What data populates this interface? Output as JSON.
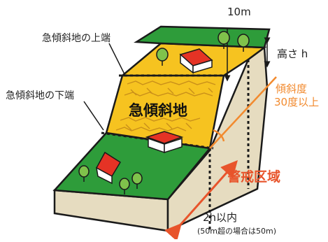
{
  "labels": {
    "top_edge": "急傾斜地の上端",
    "bottom_edge": "急傾斜地の下端",
    "width_10m": "10m",
    "height_h": "高さ h",
    "slope_main": "急傾斜地",
    "angle_line1": "傾斜度",
    "angle_line2": "30度以上",
    "warning_zone": "警戒区域",
    "distance_2h": "2h以内",
    "distance_note": "(50m超の場合は50m)"
  },
  "colors": {
    "grass": "#2e9c3a",
    "slope_yellow": "#f6c320",
    "soil_side": "#e6dcc0",
    "roof_red": "#e53325",
    "outline": "#1a1a1a",
    "arrow_orange": "#f28a2e",
    "warning_orange": "#e8542b"
  },
  "icons": [
    "house-icon",
    "tree-icon"
  ]
}
